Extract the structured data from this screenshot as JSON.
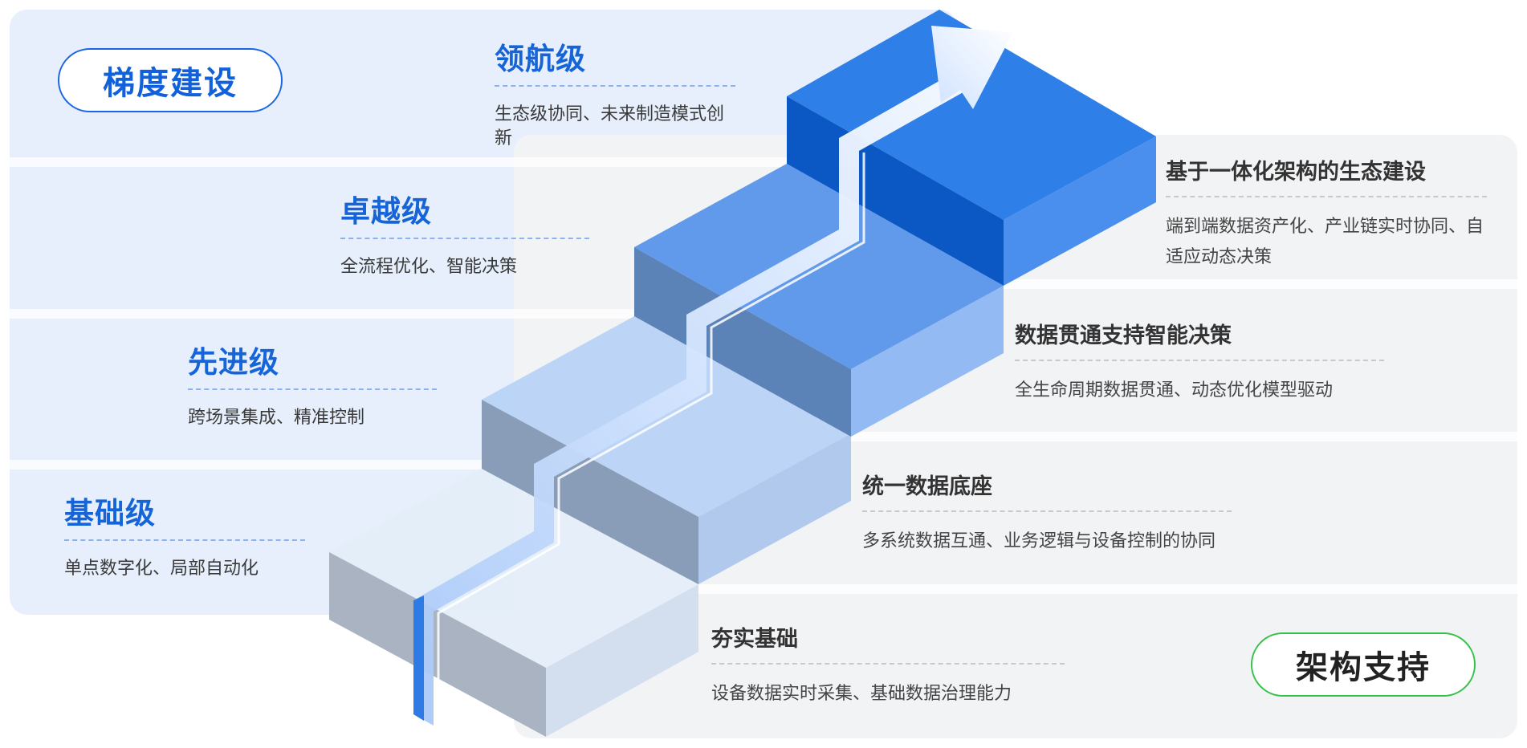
{
  "gradient": {
    "label": "梯度建设",
    "levels": [
      {
        "title": "领航级",
        "desc": "生态级协同、未来制造模式创新"
      },
      {
        "title": "卓越级",
        "desc": "全流程优化、智能决策"
      },
      {
        "title": "先进级",
        "desc": "跨场景集成、精准控制"
      },
      {
        "title": "基础级",
        "desc": "单点数字化、局部自动化"
      }
    ]
  },
  "architecture": {
    "label": "架构支持",
    "items": [
      {
        "title": "基于一体化架构的生态建设",
        "desc": "端到端数据资产化、产业链实时协同、自适应动态决策"
      },
      {
        "title": "数据贯通支持智能决策",
        "desc": "全生命周期数据贯通、动态优化模型驱动"
      },
      {
        "title": "统一数据底座",
        "desc": "多系统数据互通、业务逻辑与设备控制的协同"
      },
      {
        "title": "夯实基础",
        "desc": "设备数据实时采集、基础数据治理能力"
      }
    ]
  },
  "colors": {
    "accent_blue": "#1565d8",
    "accent_green": "#36c24a",
    "panel_left": "#e6effb",
    "panel_right": "#f2f3f5"
  }
}
